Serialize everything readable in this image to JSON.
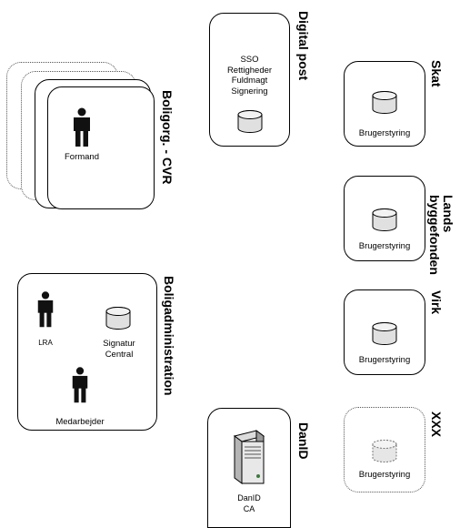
{
  "digital_post": {
    "title": "Digital post",
    "lines": "SSO\nRettigheder\nFuldmagt\nSignering"
  },
  "boligorg": {
    "title": "Boligorg. - CVR",
    "person_label": "Formand"
  },
  "boligadmin": {
    "title": "Boligadministration",
    "lra_label": "LRA",
    "db_label": "Signatur\nCentral",
    "employee_label": "Medarbejder"
  },
  "skat": {
    "title": "Skat",
    "db_label": "Brugerstyring"
  },
  "landsbyggefonden": {
    "title": "Lands\nbyggefonden",
    "db_label": "Brugerstyring"
  },
  "virk": {
    "title": "Virk",
    "db_label": "Brugerstyring"
  },
  "xxx": {
    "title": "XXX",
    "db_label": "Brugerstyring"
  },
  "danid": {
    "title": "DanID",
    "server_label": "DanID\nCA"
  }
}
